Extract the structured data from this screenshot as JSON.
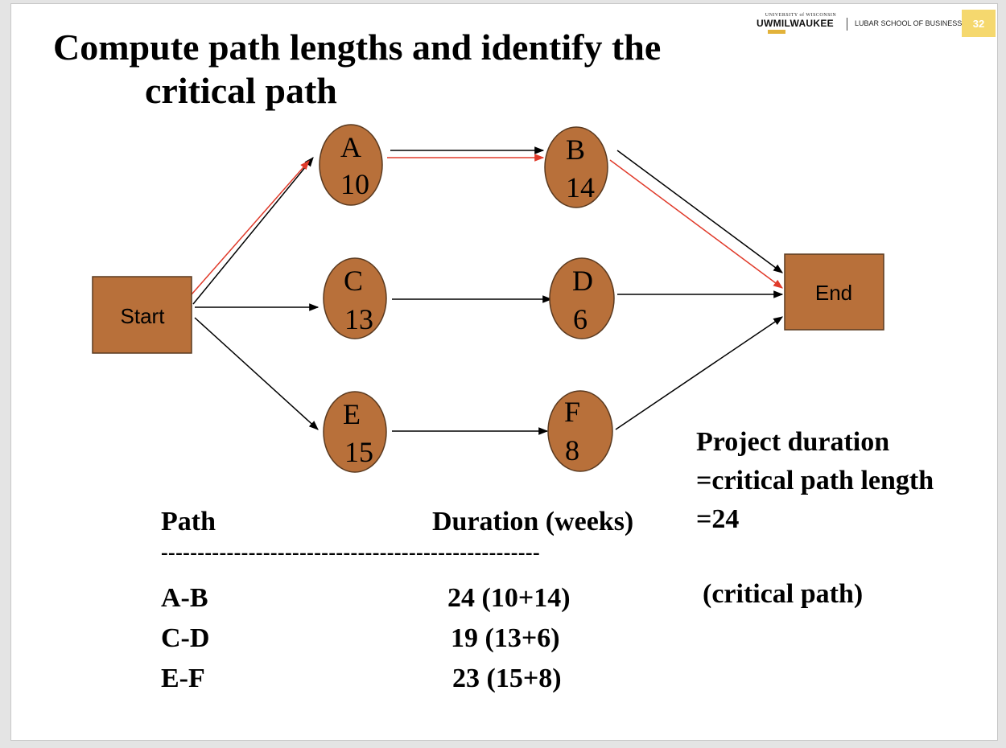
{
  "header": {
    "title_line1": "Compute path lengths and identify the",
    "title_line2": "critical path",
    "logo_small": "UNIVERSITY of WISCONSIN",
    "logo_main": "UWMILWAUKEE",
    "logo_school": "LUBAR SCHOOL OF BUSINESS",
    "page_number": "32"
  },
  "diagram": {
    "start_label": "Start",
    "end_label": "End",
    "nodes": [
      {
        "id": "A",
        "duration": "10"
      },
      {
        "id": "B",
        "duration": "14"
      },
      {
        "id": "C",
        "duration": "13"
      },
      {
        "id": "D",
        "duration": "6"
      },
      {
        "id": "E",
        "duration": "15"
      },
      {
        "id": "F",
        "duration": "8"
      }
    ],
    "colors": {
      "node_fill": "#b8703a",
      "node_stroke": "#5a3a20",
      "critical_arrow": "#e03a2a",
      "arrow": "#000000"
    }
  },
  "project": {
    "line1": "Project duration",
    "line2": "=critical path length",
    "line3": "=24"
  },
  "table": {
    "header_path": "Path",
    "header_duration": "Duration (weeks)",
    "divider": "----------------------------------------------------",
    "rows": [
      {
        "path": "A-B",
        "duration": "24 (10+14)",
        "note": "(critical path)"
      },
      {
        "path": "C-D",
        "duration": "19  (13+6)",
        "note": ""
      },
      {
        "path": "E-F",
        "duration": "23  (15+8)",
        "note": ""
      }
    ]
  }
}
